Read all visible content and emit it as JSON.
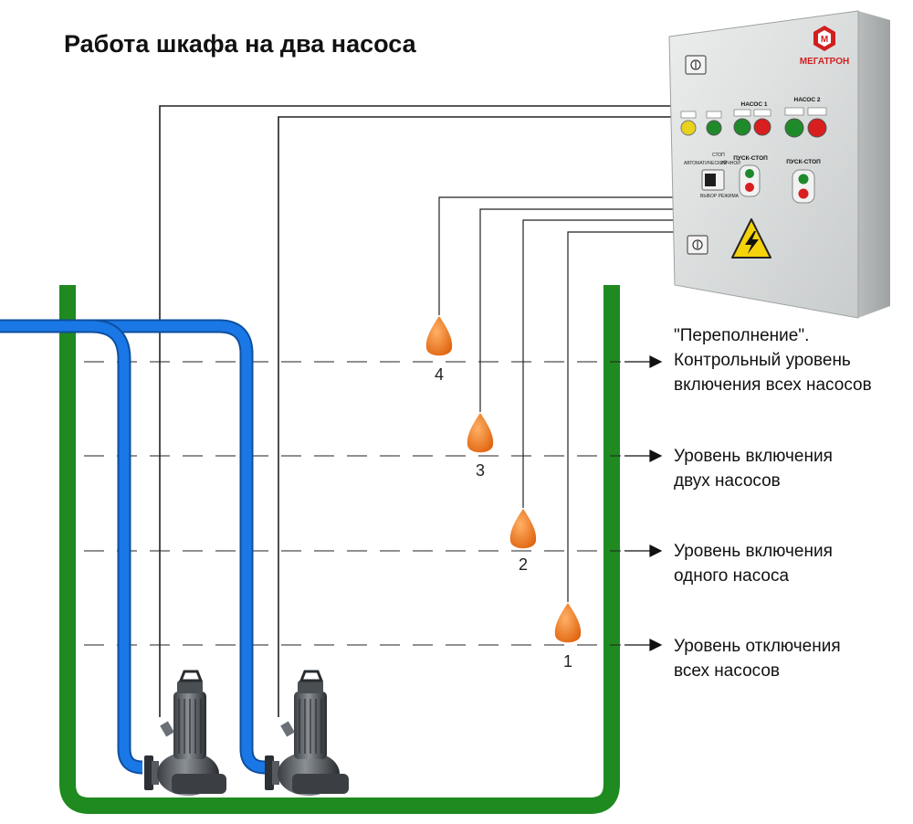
{
  "title": "Работа шкафа на два насоса",
  "cabinet": {
    "brand": "МЕГАТРОН",
    "pump1_label": "НАСОС 1",
    "pump2_label": "НАСОС 2",
    "start_stop_1": "ПУСК-СТОП",
    "start_stop_2": "ПУСК-СТОП",
    "mode_stop": "СТОП",
    "mode_auto": "АВТОМАТИЧЕСКИЙ",
    "mode_manual": "РУЧНОЙ",
    "mode_select": "ВЫБОР РЕЖИМА"
  },
  "floats": [
    {
      "number": "4"
    },
    {
      "number": "3"
    },
    {
      "number": "2"
    },
    {
      "number": "1"
    }
  ],
  "levels": [
    {
      "line1": "\"Переполнение\".",
      "line2": "Контрольный уровень",
      "line3": "включения всех насосов"
    },
    {
      "line1": "Уровень включения",
      "line2": "двух насосов"
    },
    {
      "line1": "Уровень включения",
      "line2": "одного насоса"
    },
    {
      "line1": "Уровень отключения",
      "line2": "всех насосов"
    }
  ],
  "colors": {
    "tank": "#1f8a1f",
    "pipe": "#1a78e6",
    "float": "#f07a1e",
    "cabinet": "#dadcdc",
    "lamp_yellow": "#e8d21a",
    "lamp_green": "#1f8a2a",
    "lamp_red": "#d81e1e"
  }
}
